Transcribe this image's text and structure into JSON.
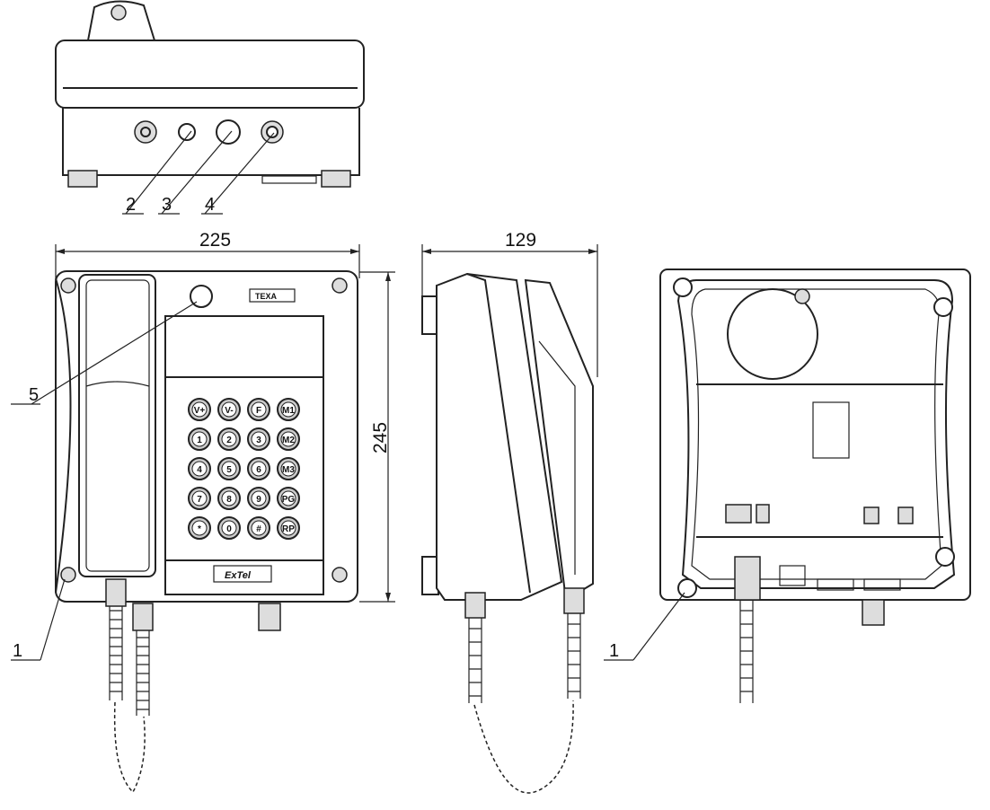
{
  "dimensions": {
    "width": "225",
    "height": "245",
    "depth": "129"
  },
  "callouts": {
    "c1": "1",
    "c2": "2",
    "c3": "3",
    "c4": "4",
    "c5": "5",
    "c1_back": "1"
  },
  "logos": {
    "top_badge": "TEXA",
    "bottom_badge": "ExTel"
  },
  "keypad": [
    [
      "V+",
      "V-",
      "F",
      "M1"
    ],
    [
      "1",
      "2",
      "3",
      "M2"
    ],
    [
      "4",
      "5",
      "6",
      "M3"
    ],
    [
      "7",
      "8",
      "9",
      "PG"
    ],
    [
      "*",
      "0",
      "#",
      "RP"
    ]
  ]
}
